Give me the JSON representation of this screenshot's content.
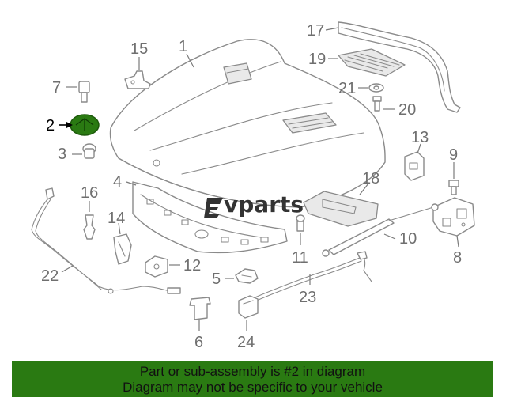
{
  "brand": {
    "logo_text": "vparts",
    "logo_mark": "ev-logo-icon"
  },
  "callouts": {
    "c1": "1",
    "c2": "2",
    "c3": "3",
    "c4": "4",
    "c5": "5",
    "c6": "6",
    "c7": "7",
    "c8": "8",
    "c9": "9",
    "c10": "10",
    "c11": "11",
    "c12": "12",
    "c13": "13",
    "c14": "14",
    "c15": "15",
    "c16": "16",
    "c17": "17",
    "c18": "18",
    "c19": "19",
    "c20": "20",
    "c21": "21",
    "c22": "22",
    "c23": "23",
    "c24": "24"
  },
  "highlight": {
    "part_number": "2",
    "color": "#2a7a12"
  },
  "footer": {
    "line1": "Part or sub-assembly is #2 in diagram",
    "line2": "Diagram may not be specific to your vehicle",
    "background": "#2a7a12"
  }
}
